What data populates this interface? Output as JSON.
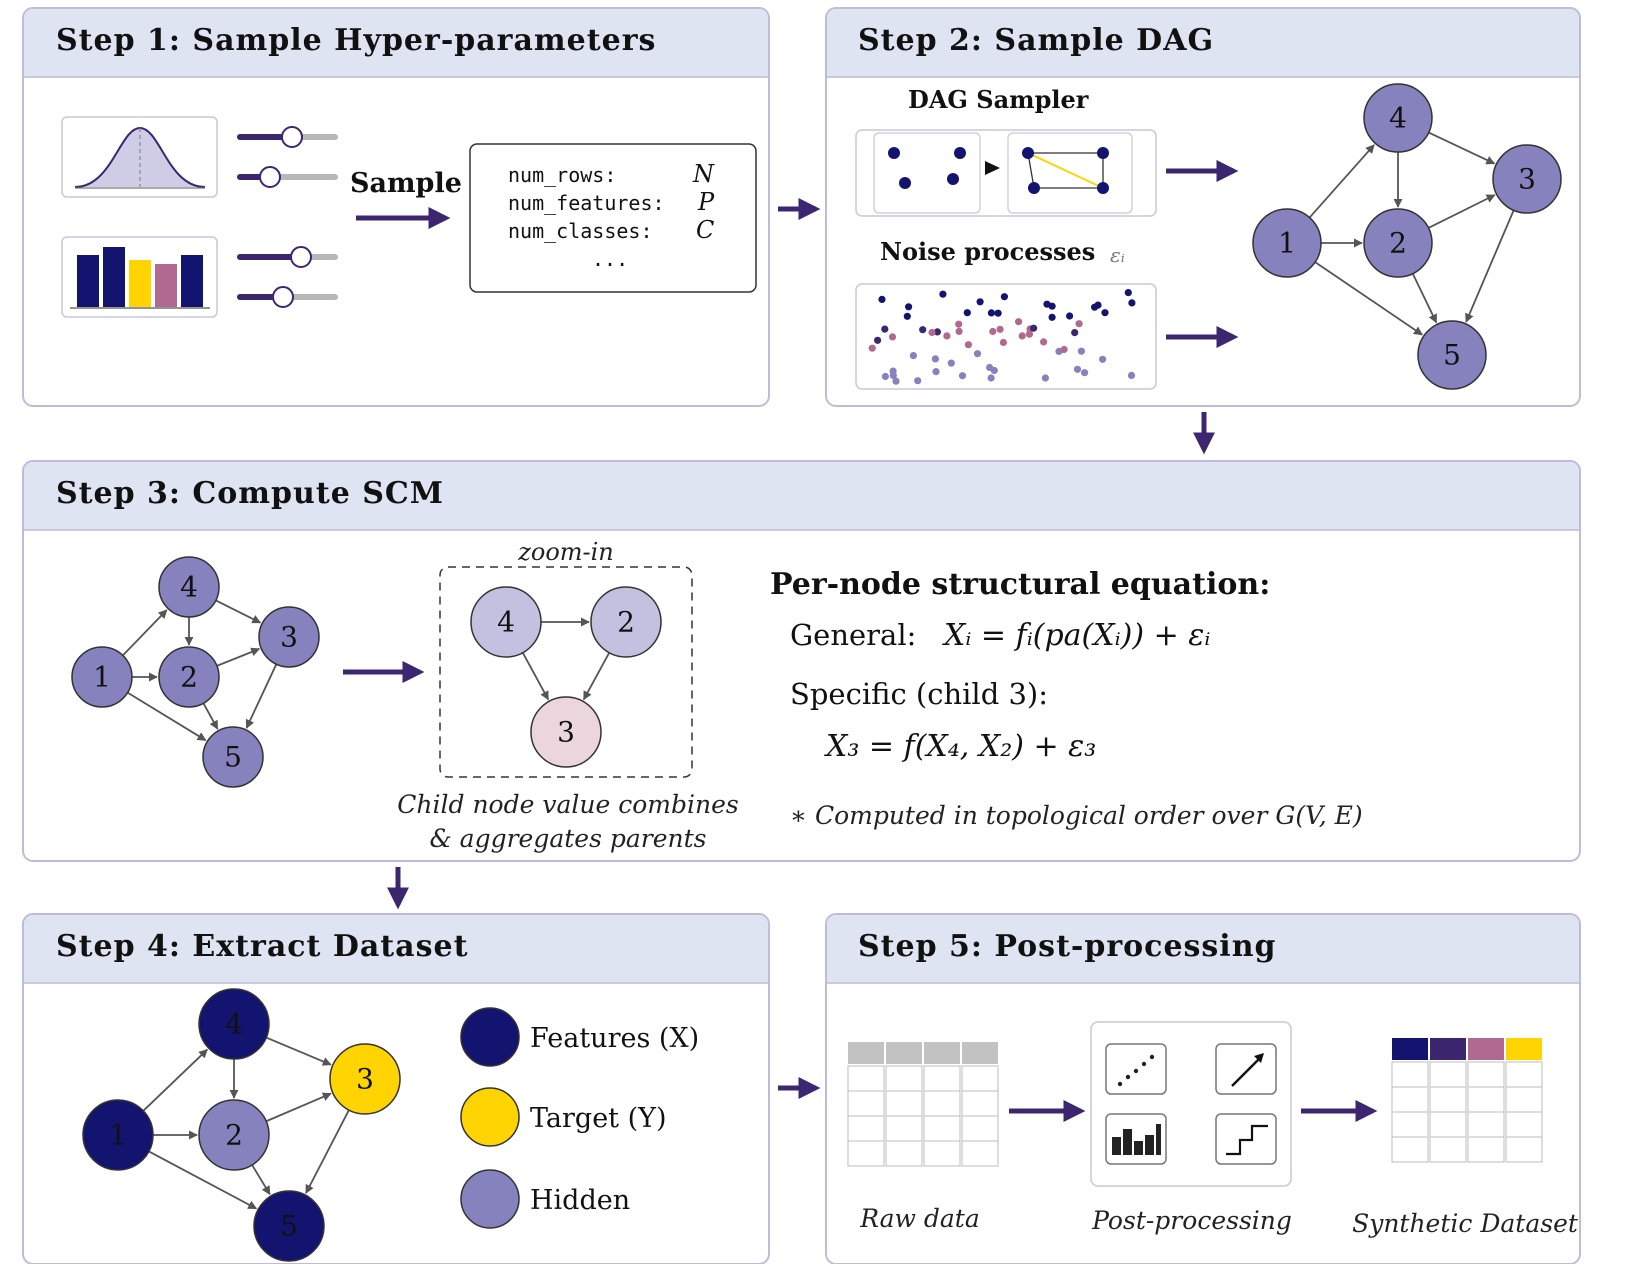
{
  "colors": {
    "panel_header": "#dfe4f3",
    "panel_border": "#bdbcda",
    "node_hidden": "#8582bd",
    "node_feature": "#13146f",
    "node_target": "#ffd400",
    "node_light": "#c2c1e0",
    "node_child": "#ead6dc",
    "arrow": "#3d2670",
    "bar_pink": "#b2698f"
  },
  "step1": {
    "title": "Step 1:  Sample Hyper-parameters",
    "sample_label": "Sample",
    "hyperparams": [
      {
        "key": "num_rows:",
        "sym": "N"
      },
      {
        "key": "num_features:",
        "sym": "P"
      },
      {
        "key": "num_classes:",
        "sym": "C"
      }
    ],
    "ellipsis": "..."
  },
  "step2": {
    "title": "Step 2:  Sample DAG",
    "dag_sampler": "DAG Sampler",
    "noise_label": "Noise processes",
    "noise_symbol": "εᵢ",
    "nodes": [
      "1",
      "2",
      "3",
      "4",
      "5"
    ]
  },
  "step3": {
    "title": "Step 3:  Compute SCM",
    "zoom_label": "zoom-in",
    "zoom_nodes": [
      "4",
      "2",
      "3"
    ],
    "caption_line1": "Child node value combines",
    "caption_line2": "& aggregates parents",
    "eq_heading": "Per-node structural equation:",
    "general_label": "General:",
    "general_eq": "Xᵢ = fᵢ(pa(Xᵢ)) + εᵢ",
    "specific_label": "Specific (child 3):",
    "specific_eq": "X₃ = f(X₄, X₂) + ε₃",
    "note": "∗ Computed in topological order over G(V, E)"
  },
  "step4": {
    "title": "Step 4:  Extract Dataset",
    "legend": [
      {
        "label": "Features (X)",
        "color": "#13146f"
      },
      {
        "label": "Target (Y)",
        "color": "#ffd400"
      },
      {
        "label": "Hidden",
        "color": "#8582bd"
      }
    ]
  },
  "step5": {
    "title": "Step 5:  Post-processing",
    "raw_caption": "Raw data",
    "post_caption": "Post-processing",
    "synth_caption": "Synthetic Dataset"
  }
}
